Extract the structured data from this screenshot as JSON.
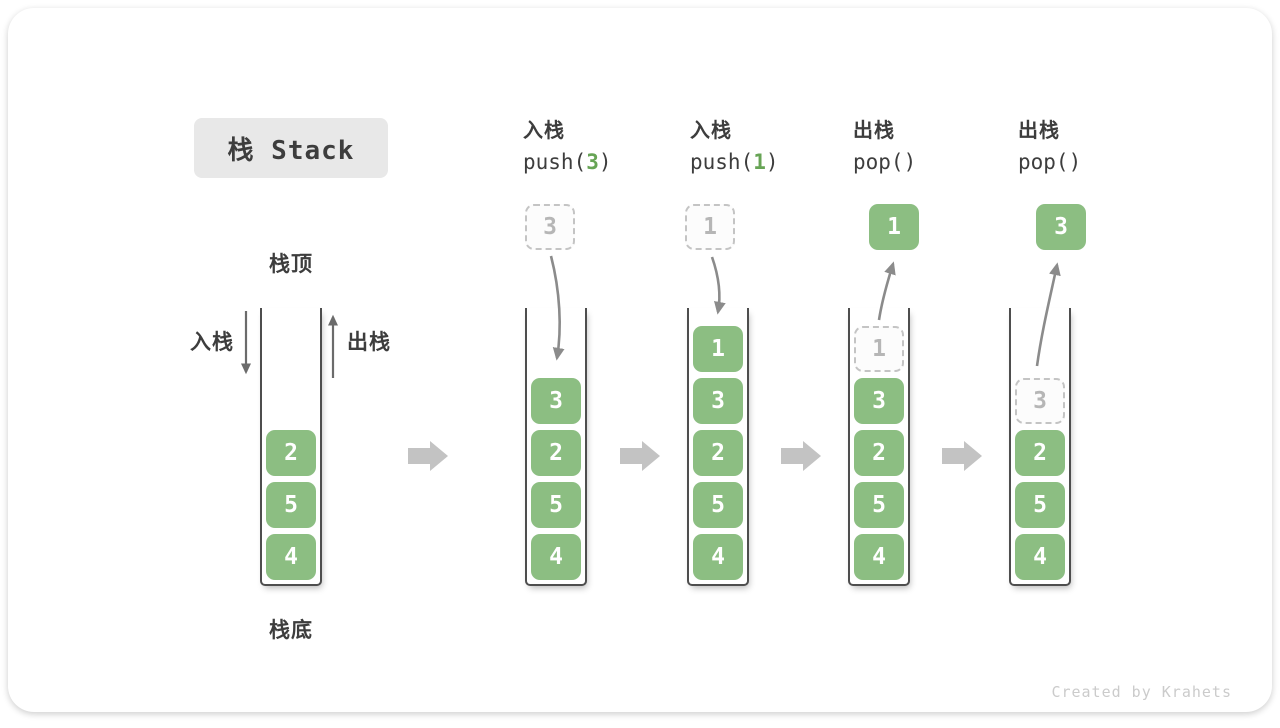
{
  "page": {
    "title": "栈 Stack",
    "watermark": "Created by Krahets"
  },
  "labels": {
    "stack_top": "栈顶",
    "stack_bottom": "栈底",
    "push": "入栈",
    "pop": "出栈"
  },
  "colors": {
    "cell_green": "#8CBE82",
    "code_arg_green": "#67A455",
    "block_arrow_gray": "#C3C3C3",
    "curved_arrow_gray": "#8B8B8B",
    "straight_arrow_gray": "#6B6B6B",
    "title_box_bg": "#E8E8E8",
    "text_dark": "#3D3D3D",
    "dashed_border": "#C4C4C4",
    "dashed_text": "#B6B6B6",
    "wall_gray": "#4E4E4E",
    "watermark_gray": "#CBCBCB"
  },
  "columns": [
    {
      "name": "initial-stack",
      "header": null,
      "floating": null,
      "arrow": null,
      "cells": [
        {
          "value": "2",
          "style": "solid"
        },
        {
          "value": "5",
          "style": "solid"
        },
        {
          "value": "4",
          "style": "solid"
        }
      ]
    },
    {
      "name": "after-push-3",
      "header": {
        "label": "入栈",
        "code_pre": "push(",
        "code_arg": "3",
        "code_post": ")"
      },
      "floating": {
        "value": "3",
        "style": "dashed"
      },
      "arrow": "into-stack",
      "cells": [
        {
          "value": "3",
          "style": "solid"
        },
        {
          "value": "2",
          "style": "solid"
        },
        {
          "value": "5",
          "style": "solid"
        },
        {
          "value": "4",
          "style": "solid"
        }
      ]
    },
    {
      "name": "after-push-1",
      "header": {
        "label": "入栈",
        "code_pre": "push(",
        "code_arg": "1",
        "code_post": ")"
      },
      "floating": {
        "value": "1",
        "style": "dashed"
      },
      "arrow": "into-stack",
      "cells": [
        {
          "value": "1",
          "style": "solid"
        },
        {
          "value": "3",
          "style": "solid"
        },
        {
          "value": "2",
          "style": "solid"
        },
        {
          "value": "5",
          "style": "solid"
        },
        {
          "value": "4",
          "style": "solid"
        }
      ]
    },
    {
      "name": "after-pop-1",
      "header": {
        "label": "出栈",
        "code_pre": "pop(",
        "code_arg": "",
        "code_post": ")"
      },
      "floating": {
        "value": "1",
        "style": "solid"
      },
      "arrow": "out-of-stack",
      "cells": [
        {
          "value": "1",
          "style": "dashed"
        },
        {
          "value": "3",
          "style": "solid"
        },
        {
          "value": "2",
          "style": "solid"
        },
        {
          "value": "5",
          "style": "solid"
        },
        {
          "value": "4",
          "style": "solid"
        }
      ]
    },
    {
      "name": "after-pop-3",
      "header": {
        "label": "出栈",
        "code_pre": "pop(",
        "code_arg": "",
        "code_post": ")"
      },
      "floating": {
        "value": "3",
        "style": "solid"
      },
      "arrow": "out-of-stack",
      "cells": [
        {
          "value": "3",
          "style": "dashed"
        },
        {
          "value": "2",
          "style": "solid"
        },
        {
          "value": "5",
          "style": "solid"
        },
        {
          "value": "4",
          "style": "solid"
        }
      ]
    }
  ]
}
